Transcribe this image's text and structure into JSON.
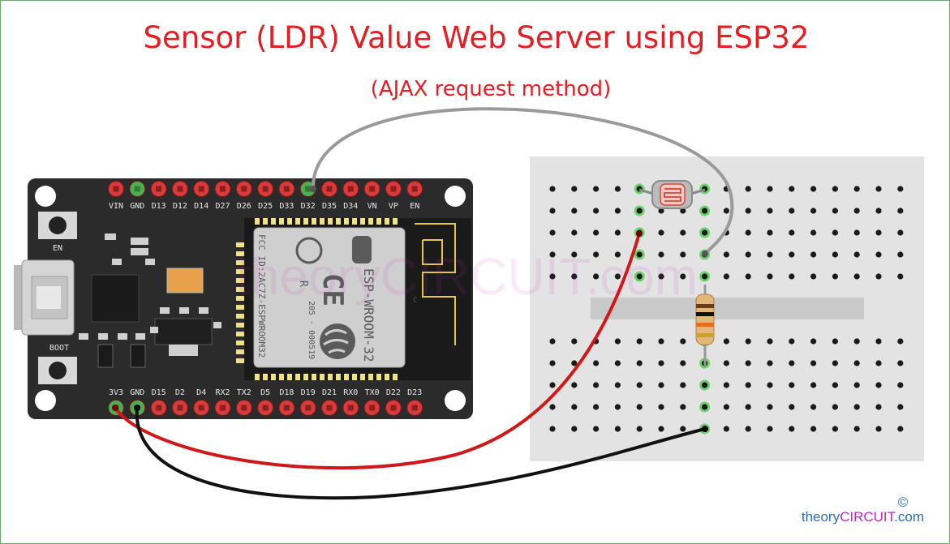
{
  "title": "Sensor (LDR) Value Web Server using ESP32",
  "subtitle": "(AJAX request method)",
  "board": {
    "top_pins": [
      "VIN",
      "GND",
      "D13",
      "D12",
      "D14",
      "D27",
      "D26",
      "D25",
      "D33",
      "D32",
      "D35",
      "D34",
      "VN",
      "VP",
      "EN"
    ],
    "bottom_pins": [
      "3V3",
      "GND",
      "D15",
      "D2",
      "D4",
      "RX2",
      "TX2",
      "D5",
      "D18",
      "D19",
      "D21",
      "RX0",
      "TX0",
      "D22",
      "D23"
    ],
    "button_en": "EN",
    "button_boot": "BOOT",
    "module_name": "ESP-WROOM-32",
    "module_fcc": "FCC ID:2AC7Z-ESPWROOM32",
    "module_code": "205 - 000519",
    "module_r": "R",
    "module_ce": "CE",
    "module_c": "C"
  },
  "watermark": "theoryCIRCUIT.com",
  "credit": {
    "copyright": "©",
    "part1": "theory",
    "part2": "CIRCUIT",
    "part3": ".com"
  },
  "colors": {
    "title": "#e31e24",
    "board": "#2b2b2b",
    "pin_red": "#d93a3a",
    "pin_green": "#4caf50",
    "wire_red": "#d01818",
    "wire_black": "#111111",
    "wire_gray": "#9a9a9a",
    "breadboard": "#e3e3e3",
    "credit_blue": "#2d6fb5",
    "credit_magenta": "#c228c2"
  }
}
